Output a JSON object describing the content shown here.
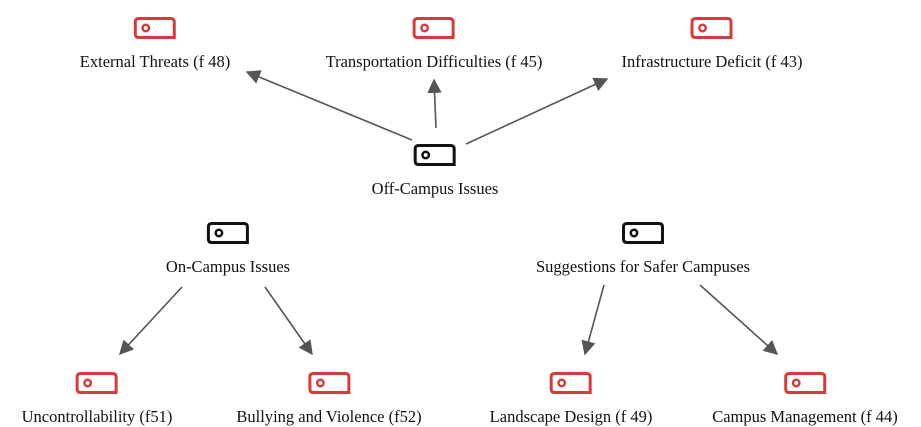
{
  "colors": {
    "code_tag": "#d83a3a",
    "theme_tag": "#111111",
    "edge": "#555555",
    "text": "#111111"
  },
  "icons": {
    "code": "tag-icon",
    "theme": "tag-icon"
  },
  "nodes": {
    "off_campus": {
      "label": "Off-Campus Issues",
      "kind": "theme"
    },
    "external_threats": {
      "label": "External Threats (f 48)",
      "kind": "code"
    },
    "transportation": {
      "label": "Transportation Difficulties (f 45)",
      "kind": "code"
    },
    "infrastructure": {
      "label": "Infrastructure Deficit (f 43)",
      "kind": "code"
    },
    "on_campus": {
      "label": "On-Campus Issues",
      "kind": "theme"
    },
    "uncontrollability": {
      "label": "Uncontrollability (f51)",
      "kind": "code"
    },
    "bullying": {
      "label": "Bullying and Violence (f52)",
      "kind": "code"
    },
    "suggestions": {
      "label": "Suggestions for Safer Campuses",
      "kind": "theme"
    },
    "landscape": {
      "label": "Landscape Design (f 49)",
      "kind": "code"
    },
    "management": {
      "label": "Campus Management (f 44)",
      "kind": "code"
    }
  },
  "edges": [
    {
      "from": "off_campus",
      "to": "external_threats"
    },
    {
      "from": "off_campus",
      "to": "transportation"
    },
    {
      "from": "off_campus",
      "to": "infrastructure"
    },
    {
      "from": "on_campus",
      "to": "uncontrollability"
    },
    {
      "from": "on_campus",
      "to": "bullying"
    },
    {
      "from": "suggestions",
      "to": "landscape"
    },
    {
      "from": "suggestions",
      "to": "management"
    }
  ]
}
